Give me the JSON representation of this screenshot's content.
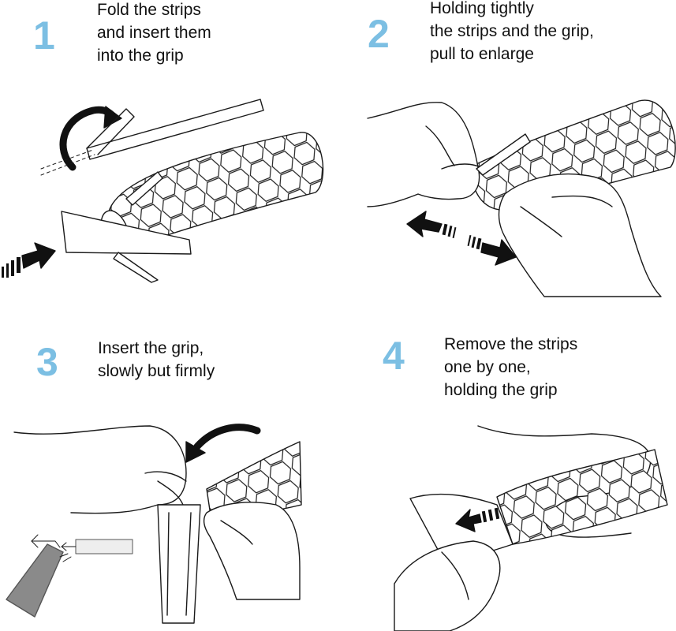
{
  "accent_color": "#7cbfe3",
  "steps": [
    {
      "number": "1",
      "lines": [
        "Fold the strips",
        "and insert them",
        "into the grip"
      ]
    },
    {
      "number": "2",
      "lines": [
        "Holding tightly",
        "the strips and the grip,",
        "pull to enlarge"
      ]
    },
    {
      "number": "3",
      "lines": [
        "Insert the grip,",
        "slowly but firmly"
      ]
    },
    {
      "number": "4",
      "lines": [
        "Remove the strips",
        "one by one,",
        "holding the grip"
      ]
    }
  ]
}
